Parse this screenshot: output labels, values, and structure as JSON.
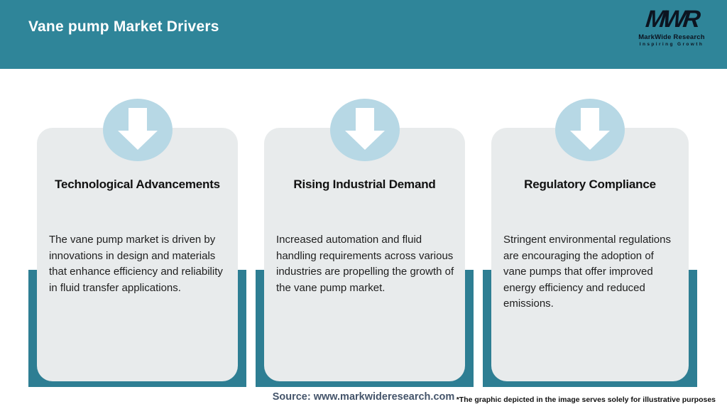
{
  "header": {
    "title": "Vane pump Market Drivers",
    "logo": {
      "acronym": "MWR",
      "name": "MarkWide Research",
      "tagline": "Inspiring Growth"
    }
  },
  "cards": [
    {
      "icon": "down-arrow-icon",
      "title": "Technological Advancements",
      "body": "The vane pump market is driven by innovations in design and materials that enhance efficiency and reliability in fluid transfer applications."
    },
    {
      "icon": "down-arrow-icon",
      "title": "Rising Industrial Demand",
      "body": "Increased automation and fluid handling requirements across various industries are propelling the growth of the vane pump market."
    },
    {
      "icon": "down-arrow-icon",
      "title": "Regulatory Compliance",
      "body": "Stringent environmental regulations are encouraging the adoption of vane pumps that offer improved energy efficiency and reduced emissions."
    }
  ],
  "footer": {
    "source": "Source: www.markwideresearch.com",
    "disclaimer": "*The graphic depicted in the image serves solely for illustrative purposes"
  },
  "colors": {
    "header_teal": "#2F8599",
    "band_teal": "#2E7E93",
    "card_gray": "#E8EBEC",
    "circle_blue": "#B7D8E5",
    "source_text": "#44546A"
  }
}
